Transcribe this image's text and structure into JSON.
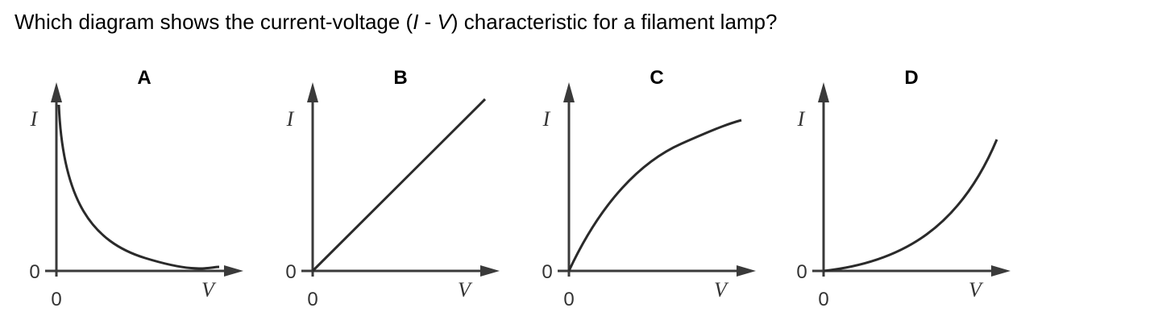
{
  "question": {
    "before": "Which diagram shows the current-voltage (",
    "var_i": "I",
    "dash": " - ",
    "var_v": "V",
    "after": ") characteristic for a filament lamp?"
  },
  "panels": [
    {
      "letter": "A",
      "y_label": "I",
      "x_label": "V",
      "origin_y": "0",
      "origin_x": "0",
      "curve": "inverse-decay"
    },
    {
      "letter": "B",
      "y_label": "I",
      "x_label": "V",
      "origin_y": "0",
      "origin_x": "0",
      "curve": "straight-line"
    },
    {
      "letter": "C",
      "y_label": "I",
      "x_label": "V",
      "origin_y": "0",
      "origin_x": "0",
      "curve": "concave-down"
    },
    {
      "letter": "D",
      "y_label": "I",
      "x_label": "V",
      "origin_y": "0",
      "origin_x": "0",
      "curve": "concave-up"
    }
  ]
}
